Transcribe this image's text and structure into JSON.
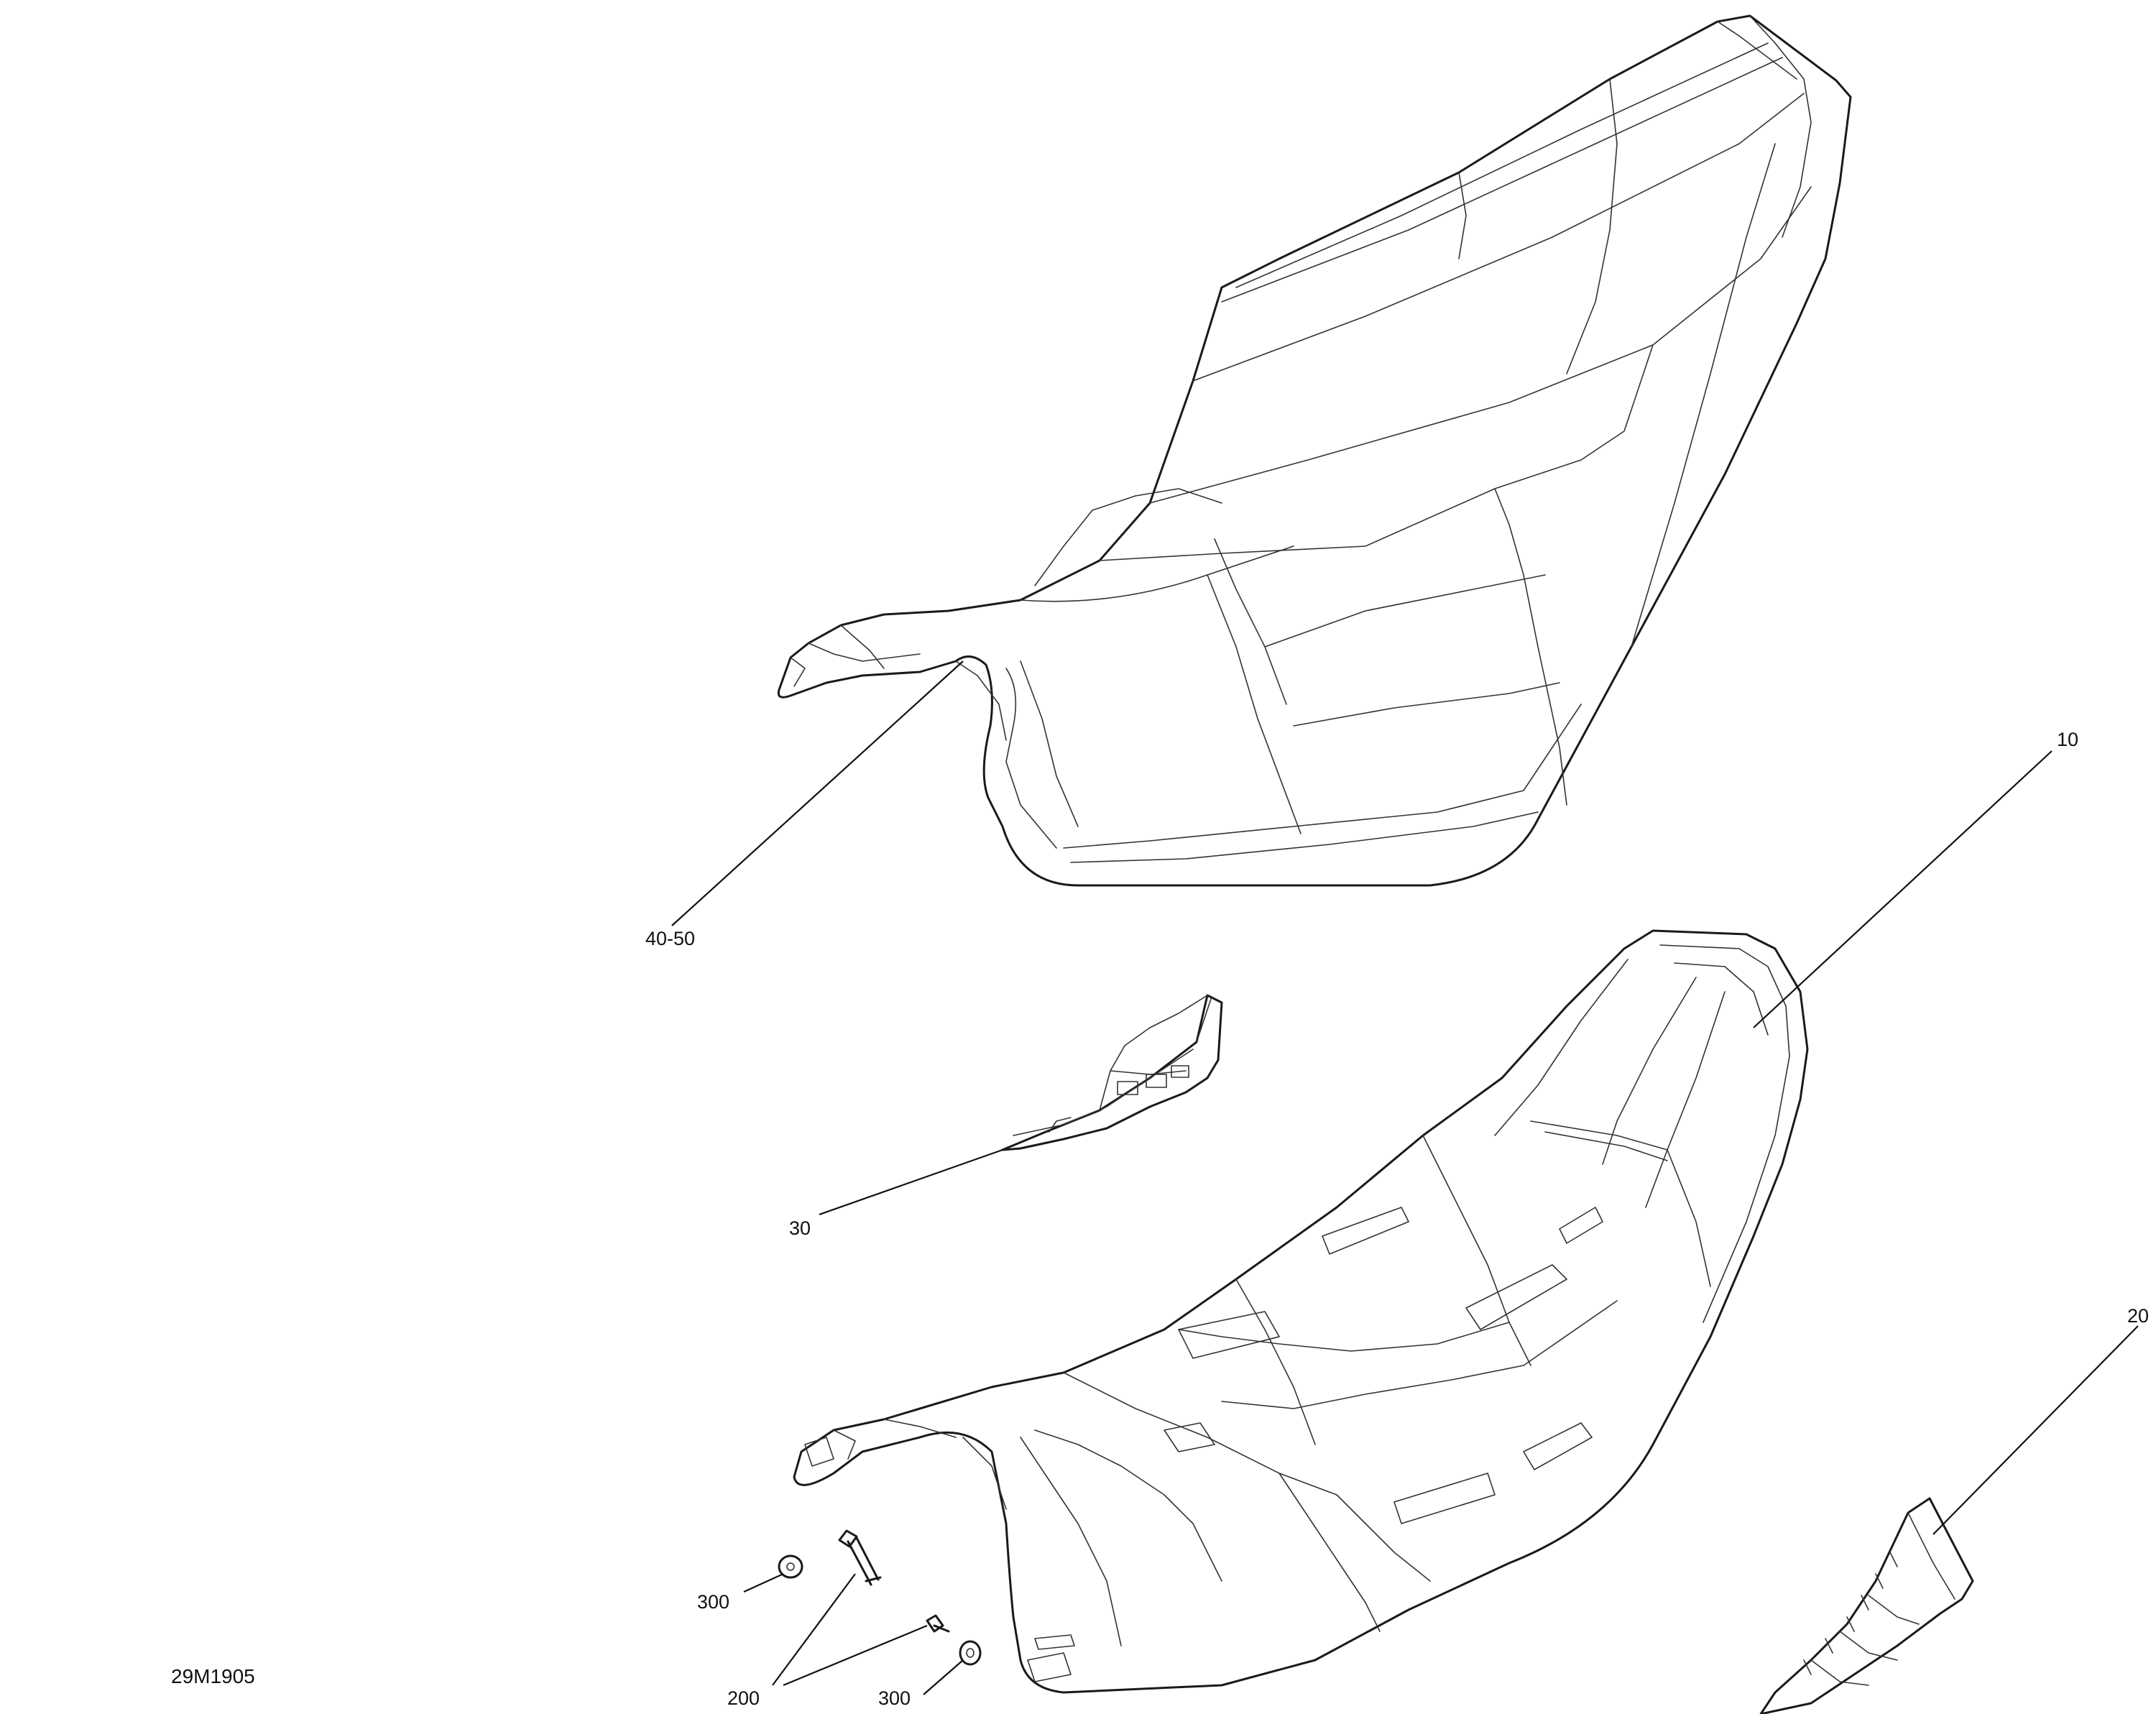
{
  "drawing": {
    "code": "29M1905",
    "callouts": {
      "seat_cover": "40-50",
      "seat_base": "10",
      "bracket": "30",
      "rear_cover": "20",
      "washer_left": "300",
      "screw": "200",
      "washer_right": "300"
    }
  },
  "colors": {
    "line": "#1a1a1a",
    "background": "#ffffff"
  }
}
